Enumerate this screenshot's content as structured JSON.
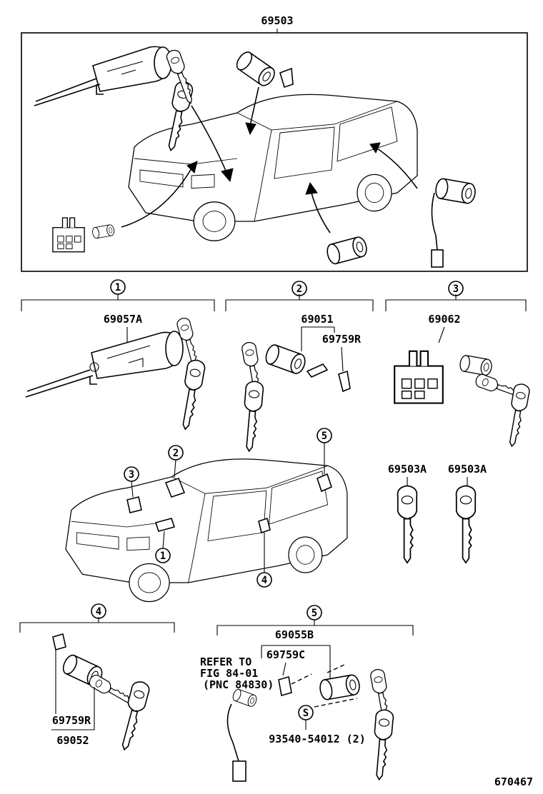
{
  "diagram": {
    "main_part": "69503",
    "callouts": {
      "c1": "1",
      "c2": "2",
      "c3": "3",
      "c4": "4",
      "c5": "5"
    },
    "group1_part": "69057A",
    "group2_parts": [
      "69051",
      "69759R"
    ],
    "group3_part": "69062",
    "keys": [
      "69503A",
      "69503A"
    ],
    "group4_parts": [
      "69759R",
      "69052"
    ],
    "group5": {
      "part": "69055B",
      "sub_part": "69759C",
      "refer_lines": [
        "REFER TO",
        "FIG 84-01",
        "(PNC 84830)"
      ],
      "screw_symbol": "S",
      "screw_part": "93540-54012 (2)"
    },
    "figure_id": "670467"
  }
}
